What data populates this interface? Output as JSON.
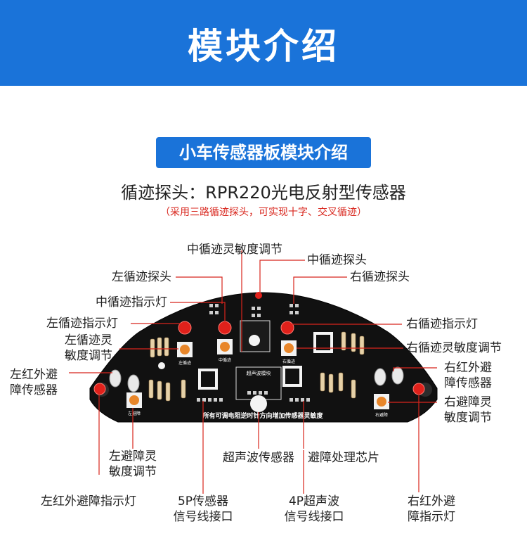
{
  "header": {
    "title": "模块介绍"
  },
  "section": {
    "title": "小车传感器板模块介绍"
  },
  "headline": "循迹探头：RPR220光电反射型传感器",
  "subnote": "（采用三路循迹探头，可实现十字、交叉循迹）",
  "board": {
    "colors": {
      "pcb": "#111111",
      "copper": "#2c2c2c",
      "led": "#e0211b",
      "pot": "#e8862a"
    },
    "silk": {
      "bottom_note": "所有可调电阻逆时针方向增加传感器灵敏度",
      "ultrasonic_module": "超声波模块",
      "track_left": "左循迹",
      "track_mid": "中循迹",
      "track_right": "右循迹",
      "avoid_left": "左避障",
      "avoid_right": "右避障"
    }
  },
  "labels": {
    "mid_sens": "中循迹灵敏度调节",
    "mid_probe": "中循迹探头",
    "left_probe": "左循迹探头",
    "right_probe": "右循迹探头",
    "mid_indicator": "中循迹指示灯",
    "left_indicator": "左循迹指示灯",
    "right_indicator": "右循迹指示灯",
    "left_sens_1": "左循迹灵",
    "left_sens_2": "敏度调节",
    "right_sens": "右循迹灵敏度调节",
    "left_ir_1": "左红外避",
    "left_ir_2": "障传感器",
    "right_ir_1": "右红外避",
    "right_ir_2": "障传感器",
    "right_avoid_sens_1": "右避障灵",
    "right_avoid_sens_2": "敏度调节",
    "left_avoid_sens_1": "左避障灵",
    "left_avoid_sens_2": "敏度调节",
    "ultrasonic_sensor": "超声波传感器",
    "avoid_chip": "避障处理芯片",
    "left_ir_indicator": "左红外避障指示灯",
    "p5_1": "5P传感器",
    "p5_2": "信号线接口",
    "p4_1": "4P超声波",
    "p4_2": "信号线接口",
    "right_ir_ind_1": "右红外避",
    "right_ir_ind_2": "障指示灯"
  }
}
